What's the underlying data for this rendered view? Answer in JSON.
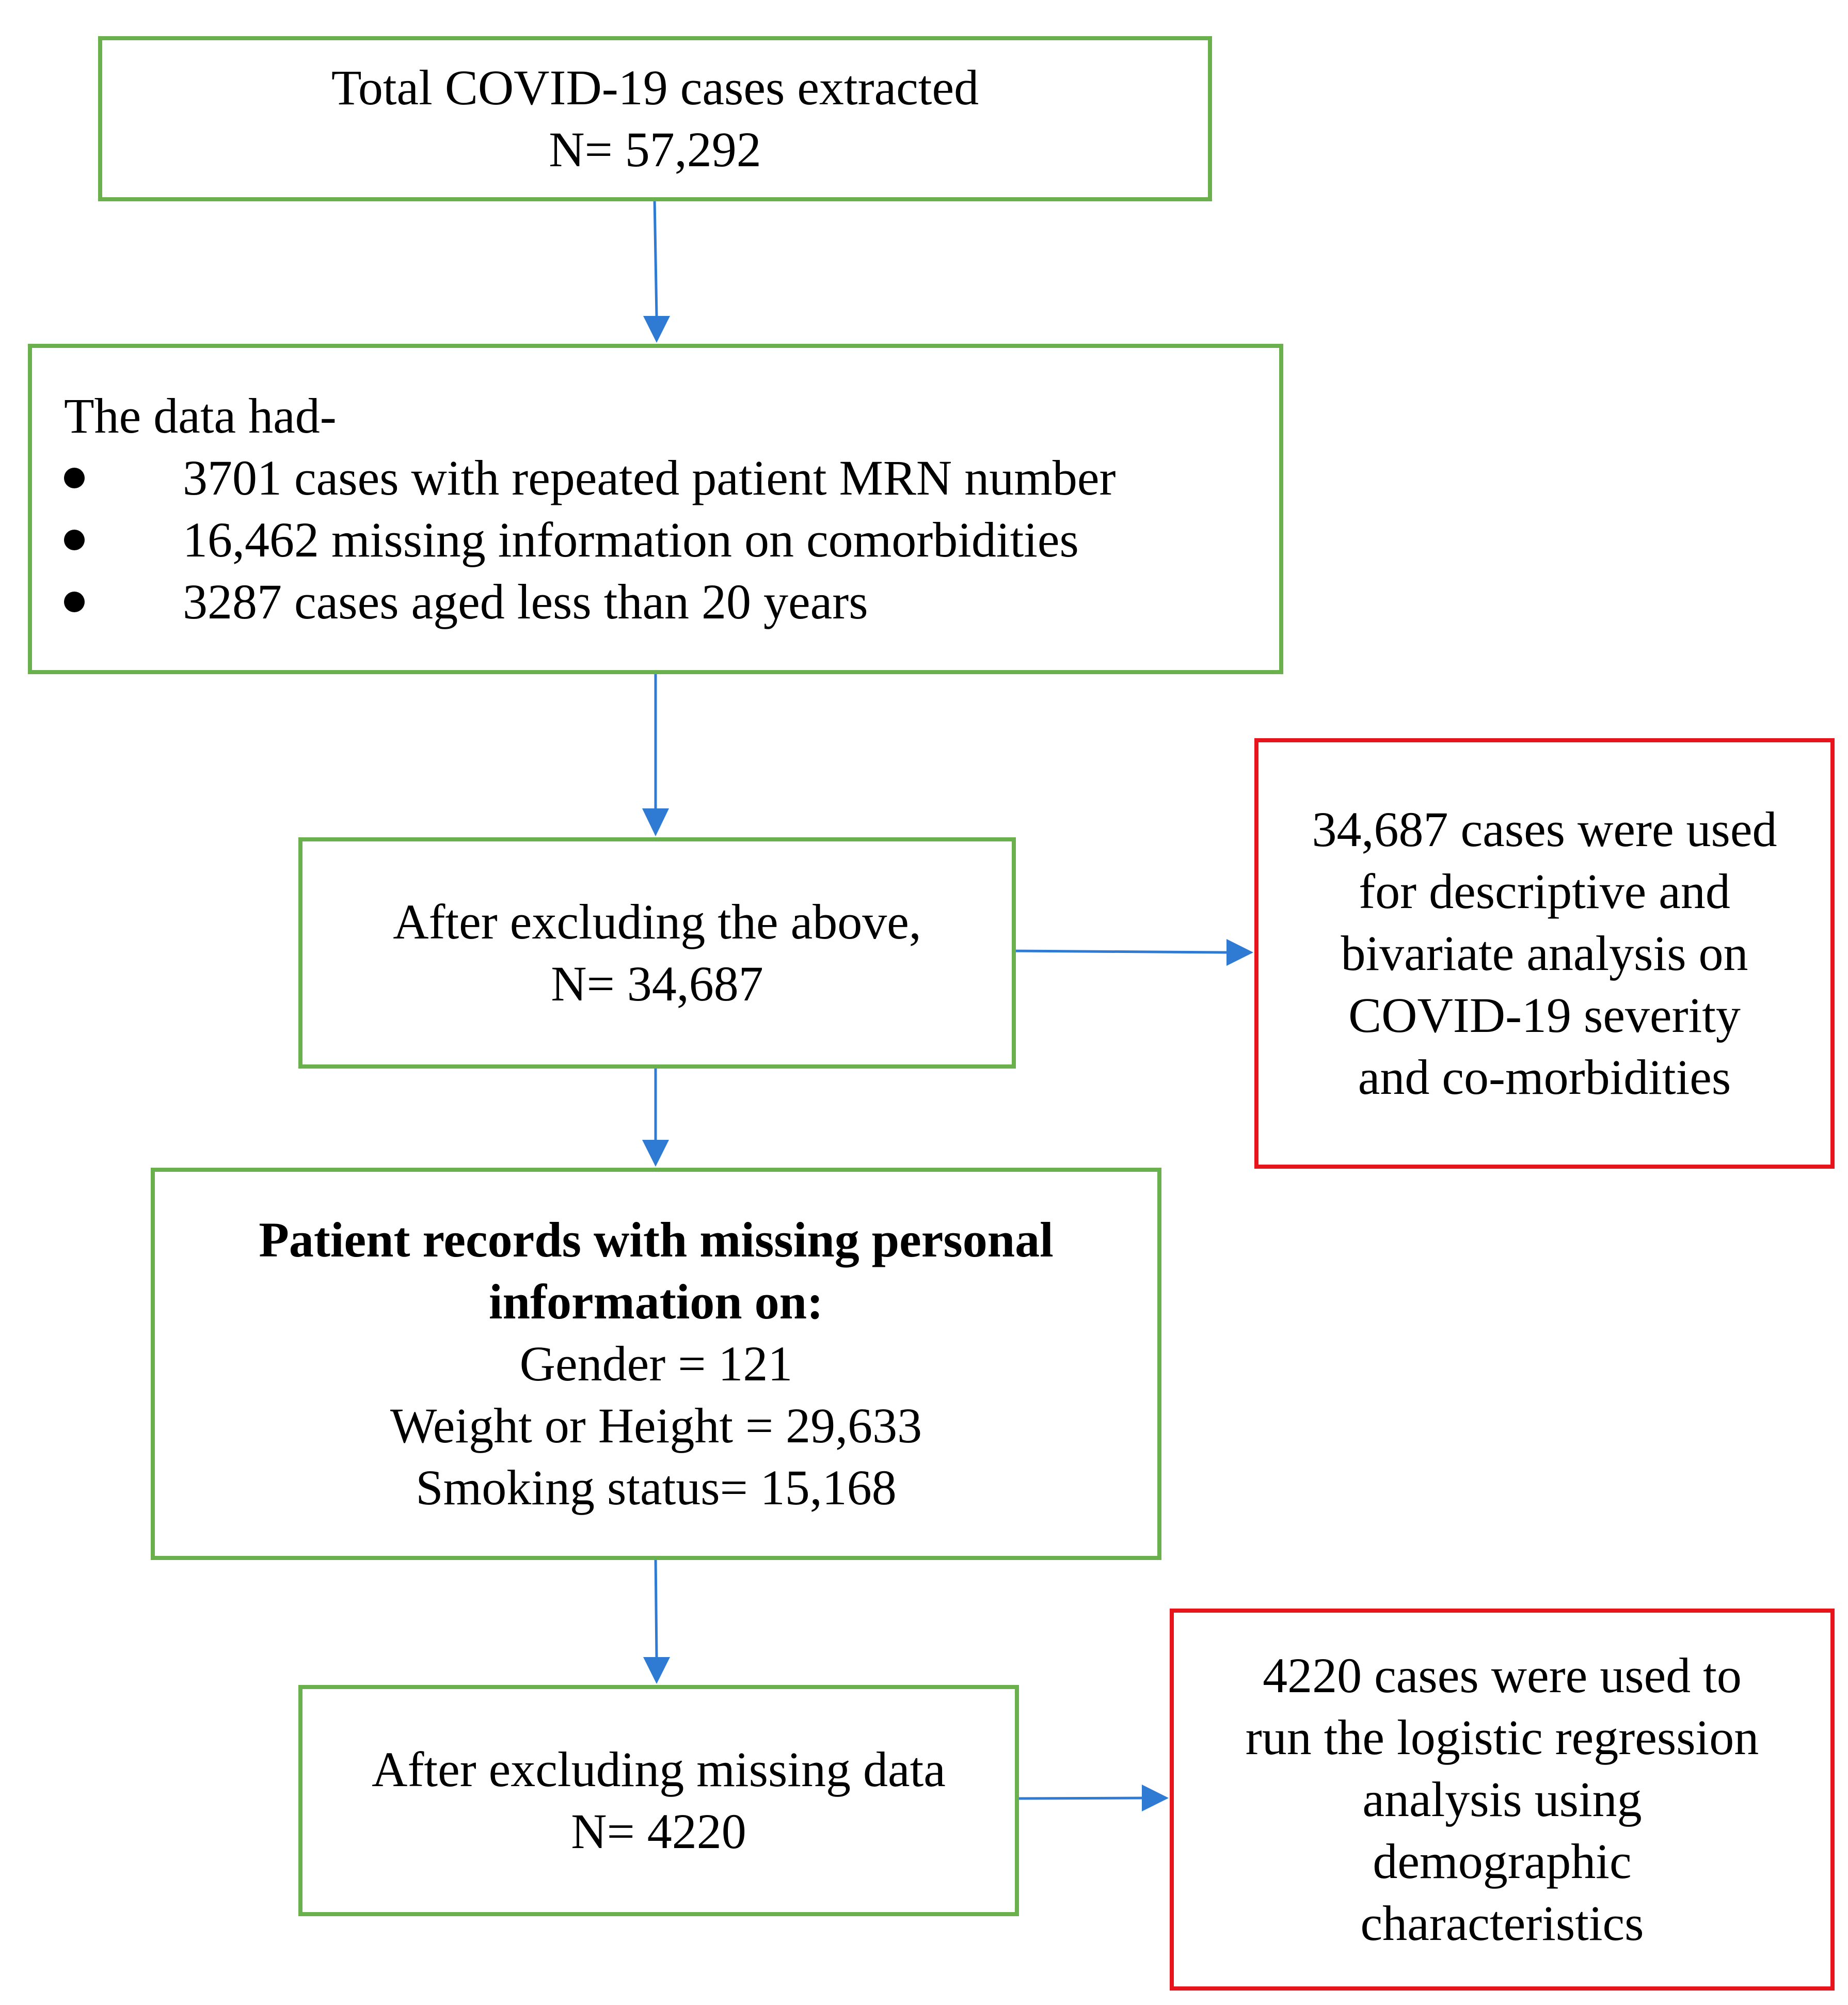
{
  "colors": {
    "green_border": "#6ab04c",
    "red_border": "#e8141b",
    "arrow": "#2f7bd4"
  },
  "box1": {
    "line1": "Total COVID-19 cases extracted",
    "line2": "N= 57,292"
  },
  "box2": {
    "heading": "The data had-",
    "items": [
      "3701 cases with repeated patient MRN number",
      "16,462 missing information on comorbidities",
      "3287 cases aged less than 20 years"
    ]
  },
  "box3": {
    "line1": "After excluding the above,",
    "line2": "N= 34,687"
  },
  "box4": {
    "lines": [
      "34,687 cases were used",
      "for descriptive and",
      "bivariate analysis on",
      "COVID-19 severity",
      "and co-morbidities"
    ]
  },
  "box5": {
    "bold_lines": [
      "Patient records with missing personal",
      "information on:"
    ],
    "lines": [
      "Gender = 121",
      "Weight or Height = 29,633",
      "Smoking status= 15,168"
    ]
  },
  "box6": {
    "line1": "After excluding missing data",
    "line2": "N= 4220"
  },
  "box7": {
    "lines": [
      "4220 cases were used to",
      "run the logistic regression",
      "analysis using",
      "demographic",
      "characteristics"
    ]
  }
}
